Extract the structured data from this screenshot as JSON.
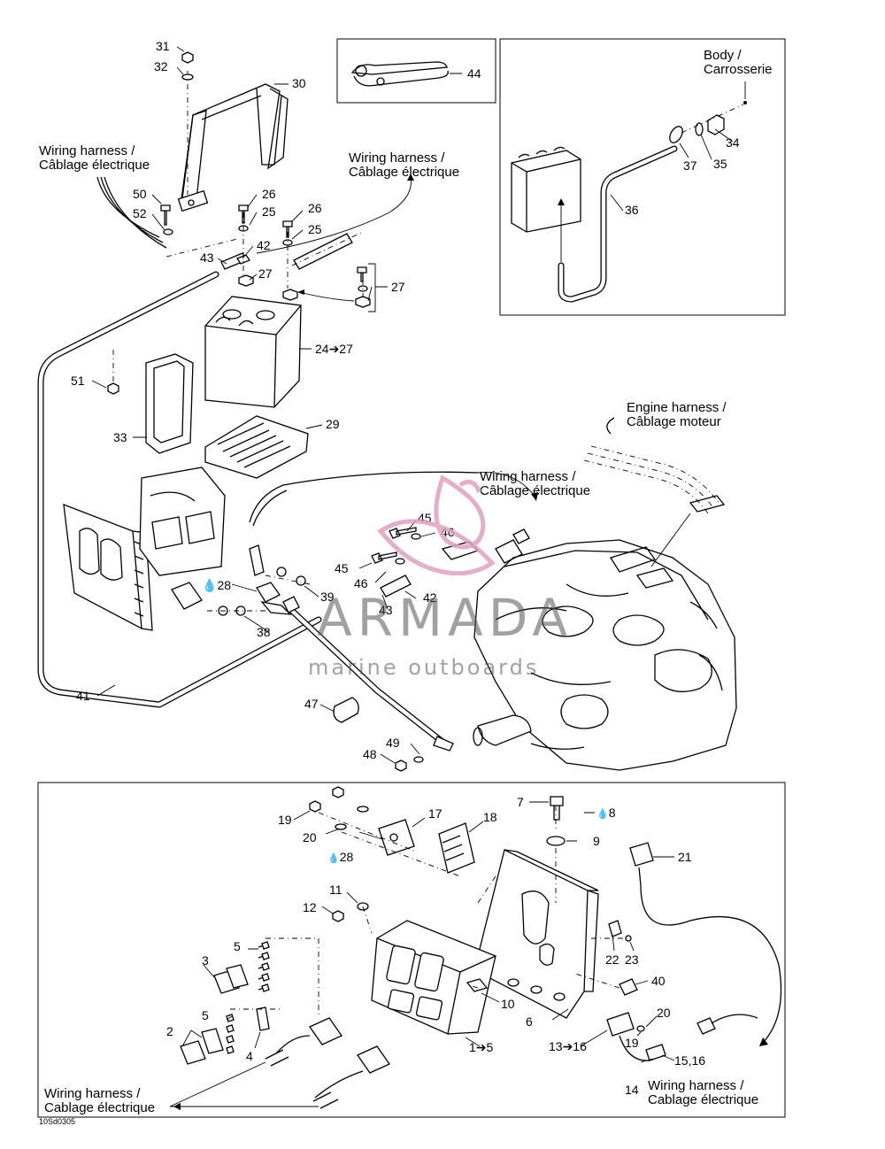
{
  "diagram": {
    "figure_code": "10Sd0305",
    "watermark": {
      "brand": "ARMADA",
      "tagline": "marine outboards",
      "accent_color": "#e0a0bf"
    },
    "captions": {
      "wiring_harness_top_left": [
        "Wiring harness /",
        "Câblage électrique"
      ],
      "wiring_harness_top_mid": [
        "Wiring harness /",
        "Câblage électrique"
      ],
      "body": [
        "Body /",
        "Carrosserie"
      ],
      "engine_harness": [
        "Engine harness /",
        "Câblage moteur"
      ],
      "wiring_harness_mid": [
        "Wiring harness /",
        "Câblage électrique"
      ],
      "wiring_harness_bottom_left": [
        "Wiring harness /",
        "Cablage électrique"
      ],
      "wiring_harness_bottom_right": [
        "Wiring harness /",
        "Cablage électrique"
      ]
    },
    "callouts": {
      "c31": "31",
      "c32": "32",
      "c30": "30",
      "c44": "44",
      "c34": "34",
      "c35": "35",
      "c37": "37",
      "c36": "36",
      "c50": "50",
      "c52": "52",
      "c26a": "26",
      "c25a": "25",
      "c26b": "26",
      "c25b": "25",
      "c42a": "42",
      "c43a": "43",
      "c27a": "27",
      "c27b": "27",
      "c24": "24➔27",
      "c51": "51",
      "c33": "33",
      "c29": "29",
      "c45a": "45",
      "c46a": "46",
      "c45b": "45",
      "c46b": "46",
      "c42b": "42",
      "c43b": "43",
      "c28a": "28",
      "c39": "39",
      "c38": "38",
      "c41": "41",
      "c47": "47",
      "c49": "49",
      "c48": "48",
      "c7": "7",
      "c8": "8",
      "c9": "9",
      "c21": "21",
      "c19a": "19",
      "c17": "17",
      "c18": "18",
      "c20a": "20",
      "c28b": "28",
      "c11": "11",
      "c12": "12",
      "c22": "22",
      "c23": "23",
      "c40": "40",
      "c10": "10",
      "c6": "6",
      "c20b": "20",
      "c19b": "19",
      "c13": "13➔16",
      "c1": "1➔5",
      "c15": "15,16",
      "c14": "14",
      "c3": "3",
      "c5a": "5",
      "c5b": "5",
      "c2": "2",
      "c4": "4"
    },
    "symbols": {
      "sealant_mark": "💧"
    }
  }
}
